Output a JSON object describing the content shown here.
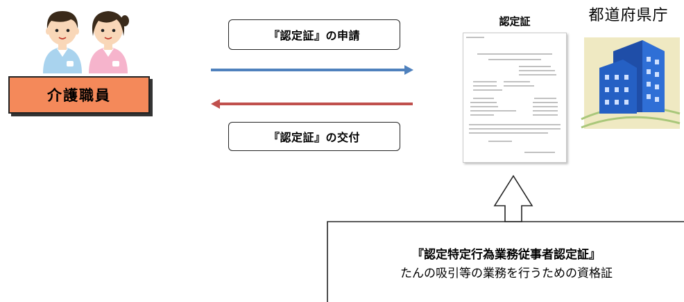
{
  "actor": {
    "label": "介護職員"
  },
  "flows": {
    "apply_label": "『認定証』の申請",
    "issue_label": "『認定証』の交付"
  },
  "certificate": {
    "title": "認定証"
  },
  "office": {
    "label": "都道府県庁"
  },
  "callout": {
    "line1": "『認定特定行為業務従事者認定証』",
    "line2": "たんの吸引等の業務を行うための資格証"
  },
  "colors": {
    "apply_arrow": "#4f81bd",
    "issue_arrow": "#c0504d",
    "role_box": "#f4895a"
  }
}
